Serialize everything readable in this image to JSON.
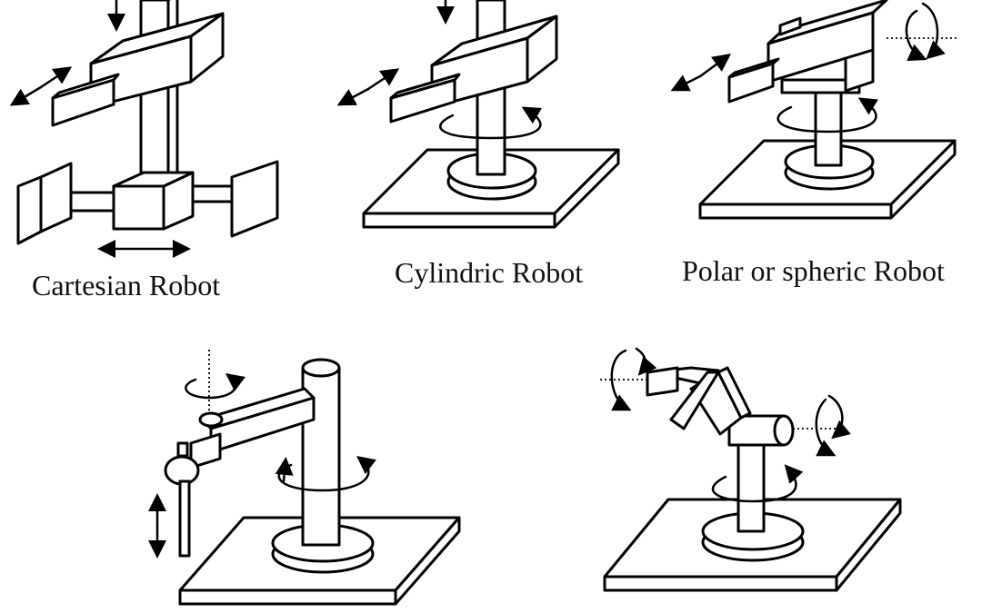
{
  "labels": {
    "cartesian": "Cartesian Robot",
    "cylindric": "Cylindric Robot",
    "polar": "Polar or spheric Robot"
  },
  "colors": {
    "ink": "#000000",
    "paper": "#ffffff"
  },
  "figures": [
    {
      "id": "cartesian",
      "motions": [
        "vertical-arrow",
        "diagonal-arrow",
        "horizontal-arrow"
      ]
    },
    {
      "id": "cylindric",
      "motions": [
        "vertical-arrow",
        "diagonal-arrow",
        "rotation-arrow"
      ]
    },
    {
      "id": "polar",
      "motions": [
        "diagonal-arrow",
        "rotation-arrow",
        "rotation-arrow"
      ]
    },
    {
      "id": "scara",
      "motions": [
        "rotation-arrow",
        "rotation-arrow",
        "vertical-arrow"
      ]
    },
    {
      "id": "articulated",
      "motions": [
        "rotation-arrow",
        "rotation-arrow",
        "rotation-arrow"
      ]
    }
  ]
}
